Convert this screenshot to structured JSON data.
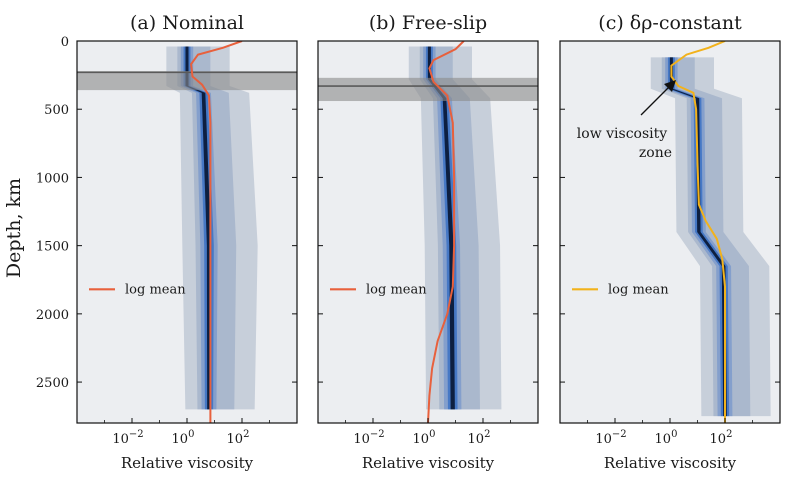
{
  "figure": {
    "ylabel": "Depth, km",
    "xlabel": "Relative viscosity",
    "y_ticks": [
      0,
      500,
      1000,
      1500,
      2000,
      2500
    ],
    "x_ticks": [
      "10^-2",
      "10^0",
      "10^2"
    ],
    "colors": {
      "background": "#eceef1",
      "pdf_light": "#c5ccd8",
      "pdf_mid": "#7f9ccc",
      "pdf_high": "#3f73c4",
      "pdf_peak": "#0b1a3a",
      "band_fill": "#8a8a8a",
      "band_line": "#5a5a5a"
    }
  },
  "annotation": {
    "line1": "low viscosity",
    "line2": "zone"
  },
  "chart_data": [
    {
      "type": "area",
      "title": "(a) Nominal",
      "xlabel": "Relative viscosity",
      "ylabel": "Depth, km",
      "x_scale": "log10",
      "xlim": [
        -4,
        4
      ],
      "ylim": [
        2800,
        0
      ],
      "grid": false,
      "legend_position": "middle-left",
      "line_color": "#e8603c",
      "series": [
        {
          "name": "log mean",
          "x": [
            2.0,
            1.3,
            0.4,
            0.15,
            0.2,
            0.55,
            0.8,
            0.85,
            0.85,
            0.85,
            0.85,
            0.85,
            0.85,
            0.85
          ],
          "y": [
            0,
            50,
            100,
            170,
            260,
            320,
            400,
            600,
            1000,
            1500,
            1800,
            2200,
            2600,
            2800
          ]
        }
      ],
      "transition_zone": {
        "depth_min": 220,
        "depth_max": 360,
        "depth_line": 230
      },
      "pdf_core": [
        {
          "depth": 40,
          "x_center": 0.0,
          "half_width": 0.25
        },
        {
          "depth": 330,
          "x_center": 0.0,
          "half_width": 0.25
        },
        {
          "depth": 380,
          "x_center": 0.6,
          "half_width": 0.3
        },
        {
          "depth": 1500,
          "x_center": 0.8,
          "half_width": 0.35
        },
        {
          "depth": 2700,
          "x_center": 0.8,
          "half_width": 0.3
        }
      ]
    },
    {
      "type": "area",
      "title": "(b) Free-slip",
      "xlabel": "Relative viscosity",
      "ylabel": "",
      "x_scale": "log10",
      "xlim": [
        -4,
        4
      ],
      "ylim": [
        2800,
        0
      ],
      "grid": false,
      "legend_position": "middle-left",
      "line_color": "#e8603c",
      "series": [
        {
          "name": "log mean",
          "x": [
            1.3,
            1.0,
            0.2,
            0.05,
            0.2,
            0.7,
            0.9,
            0.95,
            0.95,
            0.9,
            0.7,
            0.35,
            0.15,
            0.05,
            0.0
          ],
          "y": [
            0,
            60,
            140,
            200,
            300,
            400,
            600,
            1000,
            1500,
            1800,
            2000,
            2200,
            2400,
            2600,
            2800
          ]
        }
      ],
      "transition_zone": {
        "depth_min": 270,
        "depth_max": 440,
        "depth_line": 330
      },
      "pdf_core": [
        {
          "depth": 40,
          "x_center": 0.05,
          "half_width": 0.25
        },
        {
          "depth": 280,
          "x_center": 0.05,
          "half_width": 0.25
        },
        {
          "depth": 420,
          "x_center": 0.6,
          "half_width": 0.3
        },
        {
          "depth": 1500,
          "x_center": 0.85,
          "half_width": 0.35
        },
        {
          "depth": 2700,
          "x_center": 0.9,
          "half_width": 0.35
        }
      ]
    },
    {
      "type": "area",
      "title": "(c) δρ-constant",
      "xlabel": "Relative viscosity",
      "ylabel": "",
      "x_scale": "log10",
      "xlim": [
        -4,
        4
      ],
      "ylim": [
        2800,
        0
      ],
      "grid": false,
      "legend_position": "middle-left",
      "line_color": "#f2b21b",
      "series": [
        {
          "name": "log mean",
          "x": [
            2.0,
            1.4,
            0.6,
            0.05,
            0.05,
            0.3,
            0.85,
            0.95,
            1.0,
            1.05,
            1.3,
            1.7,
            1.9,
            2.0,
            2.0,
            2.0,
            2.0
          ],
          "y": [
            0,
            50,
            100,
            180,
            260,
            330,
            380,
            500,
            900,
            1200,
            1320,
            1450,
            1600,
            1800,
            2200,
            2600,
            2800
          ]
        }
      ],
      "pdf_core": [
        {
          "depth": 120,
          "x_center": 0.05,
          "half_width": 0.25
        },
        {
          "depth": 350,
          "x_center": 0.05,
          "half_width": 0.25
        },
        {
          "depth": 420,
          "x_center": 1.0,
          "half_width": 0.28
        },
        {
          "depth": 1400,
          "x_center": 1.05,
          "half_width": 0.28
        },
        {
          "depth": 1650,
          "x_center": 1.95,
          "half_width": 0.3
        },
        {
          "depth": 2750,
          "x_center": 2.0,
          "half_width": 0.3
        }
      ]
    }
  ]
}
